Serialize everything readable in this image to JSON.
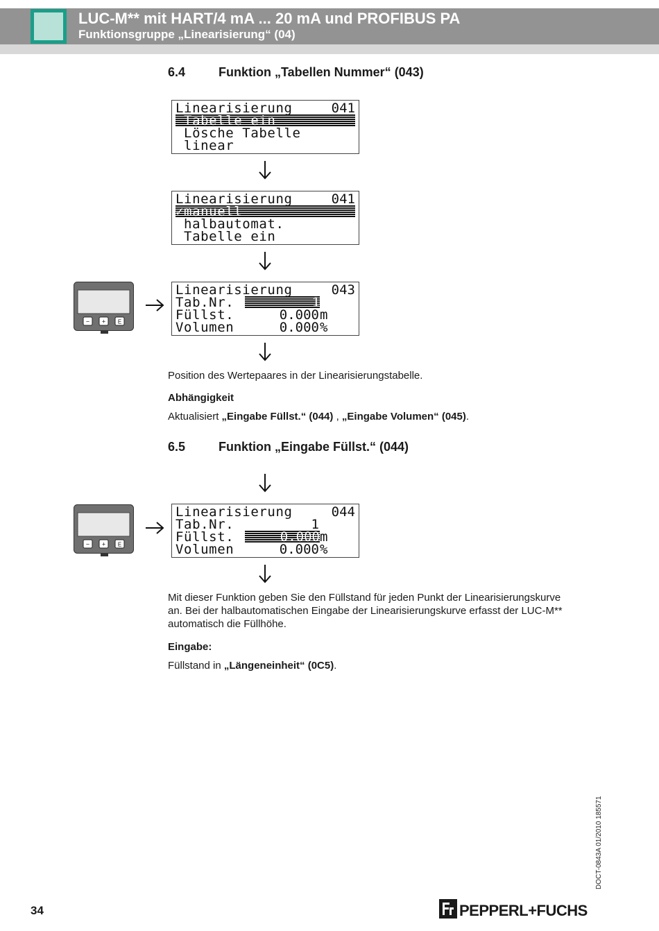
{
  "header": {
    "title": "LUC-M** mit HART/4 mA ... 20 mA und PROFIBUS PA",
    "subtitle": "Funktionsgruppe „Linearisierung“ (04)"
  },
  "section1": {
    "number": "6.4",
    "title": "Funktion „Tabellen Nummer“ (043)",
    "display1": {
      "title": "Linearisierung",
      "code": "041",
      "line1": " Tabelle ein",
      "line2": " Lösche Tabelle",
      "line3": " linear"
    },
    "display2": {
      "title": "Linearisierung",
      "code": "041",
      "line1": "✓manuell",
      "line2": " halbautomat.",
      "line3": " Tabelle ein"
    },
    "display3": {
      "title": "Linearisierung",
      "code": "043",
      "row1_label": "Tab.Nr.",
      "row1_value": "1",
      "row2_label": "Füllst.",
      "row2_value": "0.000",
      "row2_unit": "m",
      "row3_label": "Volumen",
      "row3_value": "0.000",
      "row3_unit": "%"
    },
    "description": "Position des Wertepaares in der Linearisierungstabelle.",
    "dependency_heading": "Abhängigkeit",
    "dependency_prefix": "Aktualisiert ",
    "dependency_ref1": "„Eingabe Füllst.“ (044)",
    "dependency_sep": " , ",
    "dependency_ref2": "„Eingabe Volumen“ (045)",
    "dependency_suffix": "."
  },
  "section2": {
    "number": "6.5",
    "title": "Funktion „Eingabe Füllst.“ (044)",
    "display": {
      "title": "Linearisierung",
      "code": "044",
      "row1_label": "Tab.Nr.",
      "row1_value": "1",
      "row2_label": "Füllst.",
      "row2_value": "0.000",
      "row2_unit": "m",
      "row3_label": "Volumen",
      "row3_value": "0.000",
      "row3_unit": "%"
    },
    "description_line1": "Mit dieser Funktion geben Sie den Füllstand für jeden Punkt der Linearisierungskurve",
    "description_line2": "an. Bei der halbautomatischen Eingabe der Linearisierungskurve erfasst der LUC-M**",
    "description_line3": "automatisch die Füllhöhe.",
    "input_heading": "Eingabe:",
    "input_prefix": "Füllstand in ",
    "input_ref": "„Längeneinheit“ (0C5)",
    "input_suffix": "."
  },
  "device": {
    "key_minus": "−",
    "key_plus": "+",
    "key_e": "E"
  },
  "footer": {
    "page_number": "34",
    "doc_code": "DOCT-0843A   01/2010   185571",
    "logo_text": "PEPPERL+FUCHS"
  }
}
